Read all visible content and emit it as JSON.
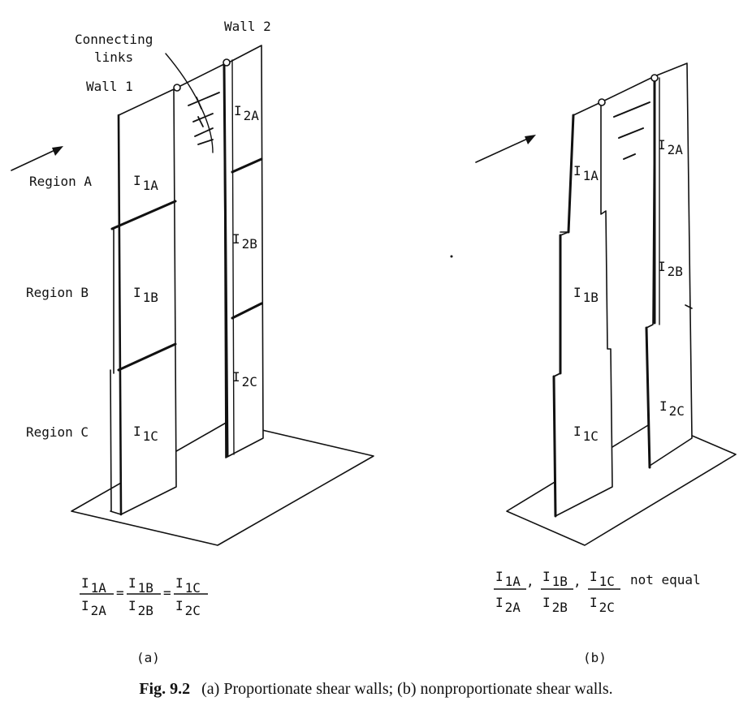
{
  "labels": {
    "connecting_links": [
      "Connecting",
      "links"
    ],
    "wall1": "Wall 1",
    "wall2": "Wall 2",
    "region_a": "Region A",
    "region_b": "Region B",
    "region_c": "Region C"
  },
  "moments": {
    "I1A": {
      "base": "I",
      "sub": "1A"
    },
    "I1B": {
      "base": "I",
      "sub": "1B"
    },
    "I1C": {
      "base": "I",
      "sub": "1C"
    },
    "I2A": {
      "base": "I",
      "sub": "2A"
    },
    "I2B": {
      "base": "I",
      "sub": "2B"
    },
    "I2C": {
      "base": "I",
      "sub": "2C"
    }
  },
  "formula_a": {
    "sep1": "=",
    "sep2": "="
  },
  "formula_b": {
    "sep": ",",
    "suffix": "not equal"
  },
  "panel_labels": {
    "a": "(a)",
    "b": "(b)"
  },
  "caption": {
    "figure": "Fig. 9.2",
    "text": "(a) Proportionate shear walls; (b) nonproportionate shear walls."
  }
}
